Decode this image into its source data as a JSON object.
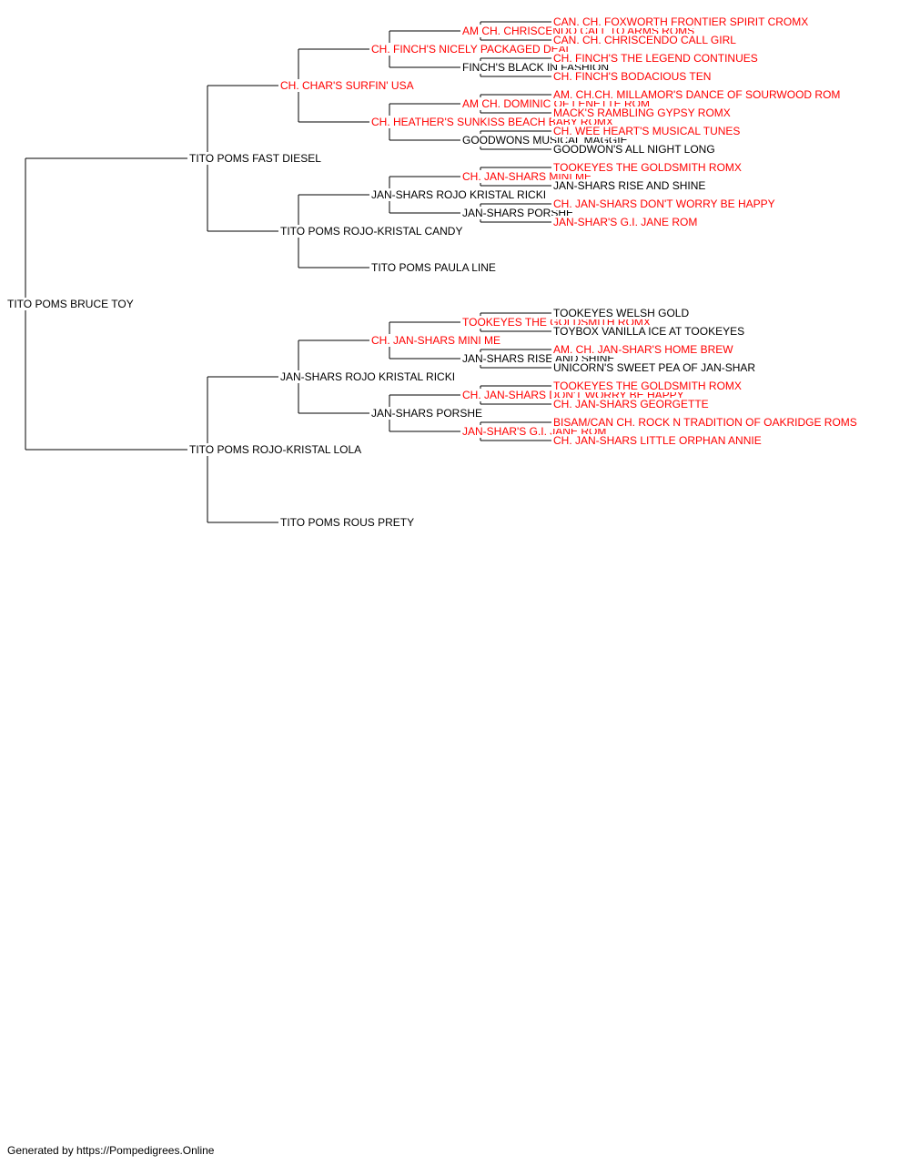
{
  "colors": {
    "champion": "#ff0000",
    "regular": "#000000",
    "line": "#000000"
  },
  "pedigree": {
    "name": "TITO POMS BRUCE TOY",
    "champion": false,
    "sire": {
      "name": "TITO POMS FAST DIESEL",
      "champion": false,
      "sire": {
        "name": "CH. CHAR'S SURFIN' USA",
        "champion": true,
        "sire": {
          "name": "CH. FINCH'S NICELY PACKAGED DEAL",
          "champion": true,
          "sire": {
            "name": "AM CH. CHRISCENDO CALL TO ARMS ROMS",
            "champion": true,
            "sire": {
              "name": "CAN. CH. FOXWORTH FRONTIER SPIRIT CROMX",
              "champion": true
            },
            "dam": {
              "name": "CAN. CH. CHRISCENDO CALL GIRL",
              "champion": true
            }
          },
          "dam": {
            "name": "FINCH'S BLACK IN FASHION",
            "champion": false,
            "sire": {
              "name": "CH. FINCH'S THE LEGEND CONTINUES",
              "champion": true
            },
            "dam": {
              "name": "CH. FINCH'S BODACIOUS TEN",
              "champion": true
            }
          }
        },
        "dam": {
          "name": "CH. HEATHER'S SUNKISS BEACH BABY ROMX",
          "champion": true,
          "sire": {
            "name": "AM CH. DOMINIC OF LENETTE ROM",
            "champion": true,
            "sire": {
              "name": "AM. CH.CH. MILLAMOR'S DANCE OF SOURWOOD ROM",
              "champion": true
            },
            "dam": {
              "name": "MACK'S RAMBLING GYPSY ROMX",
              "champion": true
            }
          },
          "dam": {
            "name": "GOODWONS MUSICAL MAGGIE",
            "champion": false,
            "sire": {
              "name": "CH. WEE HEART'S MUSICAL TUNES",
              "champion": true
            },
            "dam": {
              "name": "GOODWON'S ALL NIGHT LONG",
              "champion": false
            }
          }
        }
      },
      "dam": {
        "name": "TITO POMS ROJO-KRISTAL CANDY",
        "champion": false,
        "sire": {
          "name": "JAN-SHARS ROJO KRISTAL RICKI",
          "champion": false,
          "sire": {
            "name": "CH. JAN-SHARS MINI ME",
            "champion": true,
            "sire": {
              "name": "TOOKEYES THE GOLDSMITH ROMX",
              "champion": true
            },
            "dam": {
              "name": "JAN-SHARS RISE AND SHINE",
              "champion": false
            }
          },
          "dam": {
            "name": "JAN-SHARS PORSHE",
            "champion": false,
            "sire": {
              "name": "CH. JAN-SHARS DON'T WORRY BE HAPPY",
              "champion": true
            },
            "dam": {
              "name": "JAN-SHAR'S G.I. JANE ROM",
              "champion": true
            }
          }
        },
        "dam": {
          "name": "TITO POMS PAULA LINE",
          "champion": false
        }
      }
    },
    "dam": {
      "name": "TITO POMS ROJO-KRISTAL LOLA",
      "champion": false,
      "sire": {
        "name": "JAN-SHARS ROJO KRISTAL RICKI",
        "champion": false,
        "sire": {
          "name": "CH. JAN-SHARS MINI ME",
          "champion": true,
          "sire": {
            "name": "TOOKEYES THE GOLDSMITH ROMX",
            "champion": true,
            "sire": {
              "name": "TOOKEYES WELSH GOLD",
              "champion": false
            },
            "dam": {
              "name": "TOYBOX VANILLA ICE AT TOOKEYES",
              "champion": false
            }
          },
          "dam": {
            "name": "JAN-SHARS RISE AND SHINE",
            "champion": false,
            "sire": {
              "name": "AM. CH. JAN-SHAR'S HOME BREW",
              "champion": true
            },
            "dam": {
              "name": "UNICORN'S SWEET PEA OF JAN-SHAR",
              "champion": false
            }
          }
        },
        "dam": {
          "name": "JAN-SHARS PORSHE",
          "champion": false,
          "sire": {
            "name": "CH. JAN-SHARS DON'T WORRY BE HAPPY",
            "champion": true,
            "sire": {
              "name": "TOOKEYES THE GOLDSMITH ROMX",
              "champion": true
            },
            "dam": {
              "name": "CH. JAN-SHARS GEORGETTE",
              "champion": true
            }
          },
          "dam": {
            "name": "JAN-SHAR'S G.I. JANE ROM",
            "champion": true,
            "sire": {
              "name": "BISAM/CAN CH. ROCK N TRADITION OF OAKRIDGE ROMS",
              "champion": true
            },
            "dam": {
              "name": "CH. JAN-SHARS LITTLE ORPHAN ANNIE",
              "champion": true
            }
          }
        }
      },
      "dam": {
        "name": "TITO POMS ROUS PRETY",
        "champion": false
      }
    }
  },
  "footer": {
    "text": "Generated by https://Pompedigrees.Online"
  }
}
